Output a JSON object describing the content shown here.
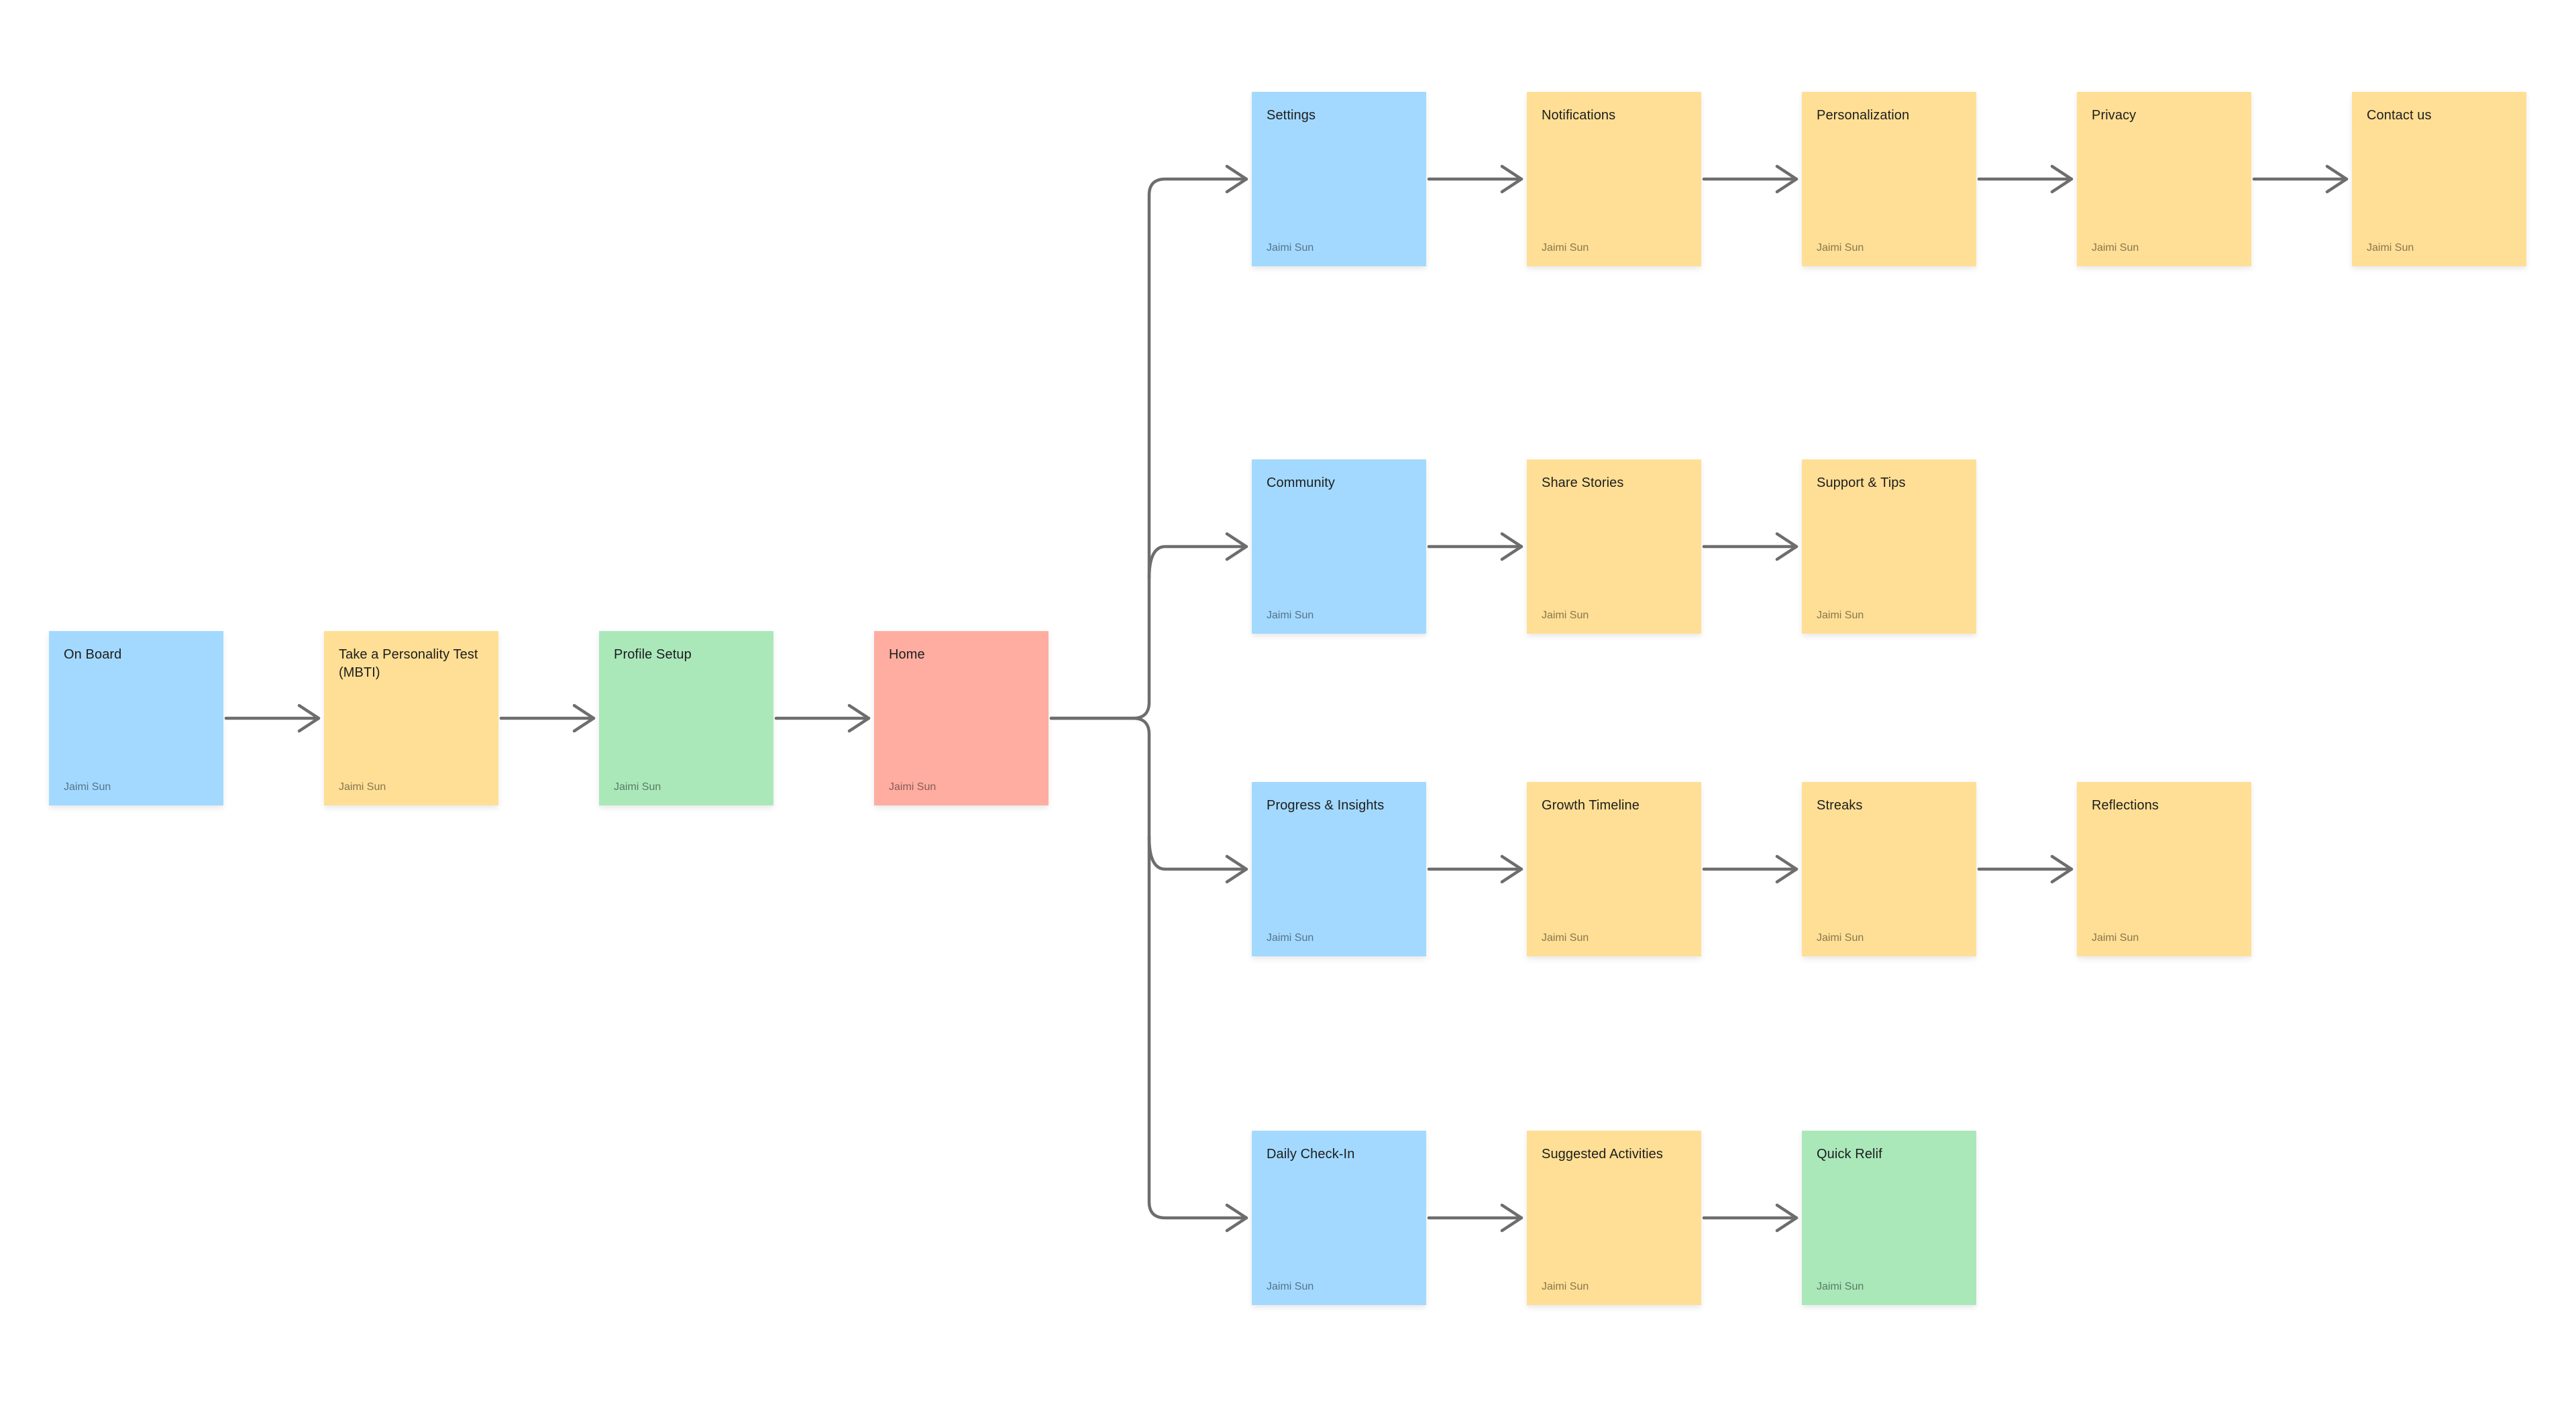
{
  "diagram": {
    "author": "Jaimi Sun",
    "background": "#FFFFFF",
    "connector_color": "#6D6D6D",
    "palette": {
      "blue": "#A3D9FF",
      "yellow": "#FFDF95",
      "green": "#AAE8BA",
      "red": "#FFADA1"
    },
    "main_flow": [
      {
        "label": "On Board",
        "color": "blue"
      },
      {
        "label": "Take a Personality Test (MBTI)",
        "color": "yellow"
      },
      {
        "label": "Profile Setup",
        "color": "green"
      },
      {
        "label": "Home",
        "color": "red"
      }
    ],
    "branches": [
      {
        "name": "settings",
        "nodes": [
          {
            "label": "Settings",
            "color": "blue"
          },
          {
            "label": "Notifications",
            "color": "yellow"
          },
          {
            "label": "Personalization",
            "color": "yellow"
          },
          {
            "label": "Privacy",
            "color": "yellow"
          },
          {
            "label": "Contact us",
            "color": "yellow"
          }
        ]
      },
      {
        "name": "community",
        "nodes": [
          {
            "label": "Community",
            "color": "blue"
          },
          {
            "label": "Share Stories",
            "color": "yellow"
          },
          {
            "label": "Support & Tips",
            "color": "yellow"
          }
        ]
      },
      {
        "name": "progress-insights",
        "nodes": [
          {
            "label": "Progress & Insights",
            "color": "blue"
          },
          {
            "label": "Growth Timeline",
            "color": "yellow"
          },
          {
            "label": "Streaks",
            "color": "yellow"
          },
          {
            "label": "Reflections",
            "color": "yellow"
          }
        ]
      },
      {
        "name": "daily-check-in",
        "nodes": [
          {
            "label": "Daily Check-In",
            "color": "blue"
          },
          {
            "label": "Suggested Activities",
            "color": "yellow"
          },
          {
            "label": "Quick Relif",
            "color": "green"
          }
        ]
      }
    ]
  }
}
